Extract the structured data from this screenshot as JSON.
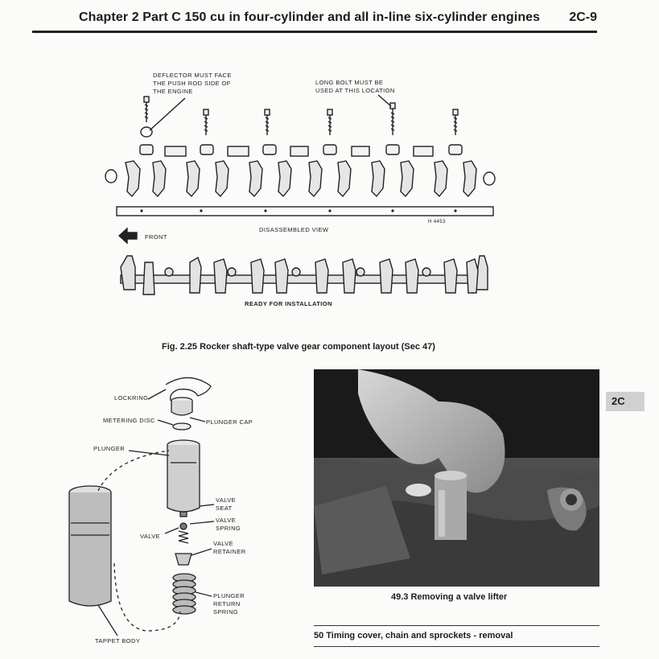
{
  "header": {
    "title": "Chapter 2 Part C   150 cu in four-cylinder and all in-line six-cylinder engines",
    "page": "2C-9"
  },
  "fig225": {
    "deflector_note": "DEFLECTOR MUST FACE\nTHE PUSH ROD SIDE OF\nTHE ENGINE",
    "long_bolt_note": "LONG BOLT MUST BE\nUSED AT THIS LOCATION",
    "ref_code": "H 4453",
    "front_label": "FRONT",
    "disassembled_label": "DISASSEMBLED VIEW",
    "ready_label": "READY FOR INSTALLATION",
    "caption": "Fig. 2.25  Rocker shaft-type valve gear component layout (Sec 47)"
  },
  "lifter_diagram": {
    "lockring": "LOCKRING",
    "metering_disc": "METERING DISC",
    "plunger_cap": "PLUNGER CAP",
    "plunger": "PLUNGER",
    "valve_seat": "VALVE\nSEAT",
    "valve_spring": "VALVE\nSPRING",
    "valve": "VALVE",
    "valve_retainer": "VALVE\nRETAINER",
    "plunger_return_spring": "PLUNGER\nRETURN\nSPRING",
    "tappet_body": "TAPPET BODY"
  },
  "photo": {
    "caption": "49.3 Removing a valve lifter"
  },
  "section50": {
    "heading": "50   Timing cover, chain and sprockets - removal"
  },
  "side_tab": "2C"
}
